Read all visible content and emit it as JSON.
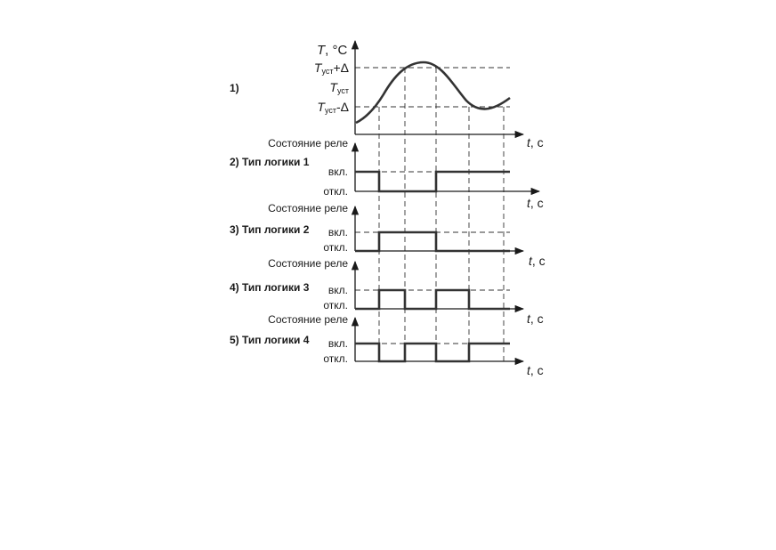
{
  "panel1": {
    "number": "1)",
    "y_axis": {
      "T": "T",
      "rest": ", °C"
    },
    "levels": {
      "upper": {
        "main": "T",
        "sub": "уст",
        "suffix": "+Δ"
      },
      "setpoint": {
        "main": "T",
        "sub": "уст",
        "suffix": ""
      },
      "lower": {
        "main": "T",
        "sub": "уст",
        "suffix": "-Δ"
      }
    }
  },
  "time_axis": {
    "t": "t",
    "rest": ", с"
  },
  "relay_panels": [
    {
      "title": "2) Тип логики 1",
      "y_label": "Состояние реле",
      "on_label": "вкл.",
      "off_label": "откл.",
      "states": [
        "on",
        "off",
        "off",
        "on",
        "on"
      ]
    },
    {
      "title": "3) Тип логики 2",
      "y_label": "Состояние реле",
      "on_label": "вкл.",
      "off_label": "откл.",
      "states": [
        "off",
        "on",
        "on",
        "off",
        "off"
      ]
    },
    {
      "title": "4) Тип логики 3",
      "y_label": "Состояние реле",
      "on_label": "вкл.",
      "off_label": "откл.",
      "states": [
        "off",
        "on",
        "off",
        "on",
        "off"
      ]
    },
    {
      "title": "5) Тип логики 4",
      "y_label": "Состояние реле",
      "on_label": "вкл.",
      "off_label": "откл.",
      "states": [
        "on",
        "off",
        "on",
        "off",
        "on"
      ]
    }
  ]
}
